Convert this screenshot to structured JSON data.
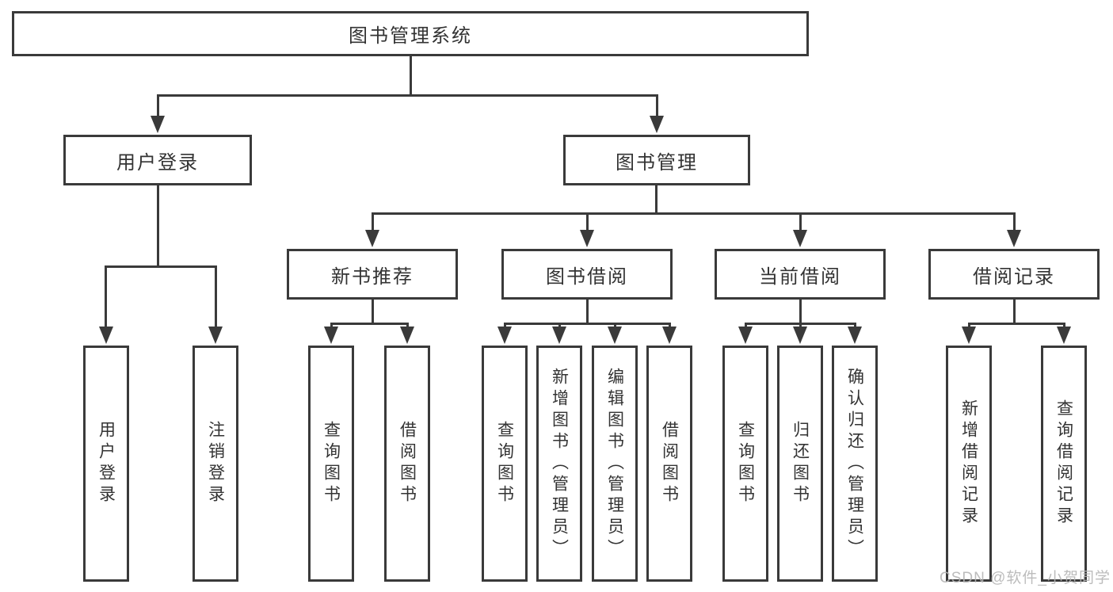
{
  "tree": {
    "label": "图书管理系统",
    "children": [
      {
        "label": "用户登录",
        "children": [
          {
            "label": "用户登录"
          },
          {
            "label": "注销登录"
          }
        ]
      },
      {
        "label": "图书管理",
        "children": [
          {
            "label": "新书推荐",
            "children": [
              {
                "label": "查询图书"
              },
              {
                "label": "借阅图书"
              }
            ]
          },
          {
            "label": "图书借阅",
            "children": [
              {
                "label": "查询图书"
              },
              {
                "label": "新增图书（管理员）"
              },
              {
                "label": "编辑图书（管理员）"
              },
              {
                "label": "借阅图书"
              }
            ]
          },
          {
            "label": "当前借阅",
            "children": [
              {
                "label": "查询图书"
              },
              {
                "label": "归还图书"
              },
              {
                "label": "确认归还（管理员）"
              }
            ]
          },
          {
            "label": "借阅记录",
            "children": [
              {
                "label": "新增借阅记录"
              },
              {
                "label": "查询借阅记录"
              }
            ]
          }
        ]
      }
    ]
  },
  "watermark": "CSDN @软件_小贺同学",
  "colors": {
    "line": "#3a3a3a",
    "text": "#333333",
    "box_background": "#ffffff",
    "watermark": "#b5b5b5",
    "page_background": "#ffffff"
  }
}
